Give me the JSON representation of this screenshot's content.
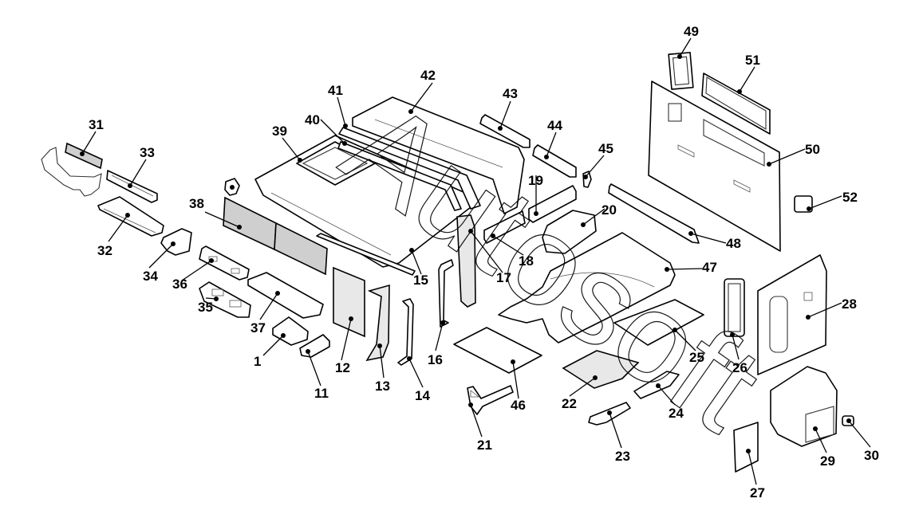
{
  "diagram": {
    "title": "",
    "watermark": "Autosoft",
    "callouts": [
      {
        "id": "1",
        "label": "1"
      },
      {
        "id": "11",
        "label": "11"
      },
      {
        "id": "12",
        "label": "12"
      },
      {
        "id": "13",
        "label": "13"
      },
      {
        "id": "14",
        "label": "14"
      },
      {
        "id": "15",
        "label": "15"
      },
      {
        "id": "16",
        "label": "16"
      },
      {
        "id": "17",
        "label": "17"
      },
      {
        "id": "18",
        "label": "18"
      },
      {
        "id": "19",
        "label": "19"
      },
      {
        "id": "20",
        "label": "20"
      },
      {
        "id": "21",
        "label": "21"
      },
      {
        "id": "22",
        "label": "22"
      },
      {
        "id": "23",
        "label": "23"
      },
      {
        "id": "24",
        "label": "24"
      },
      {
        "id": "25",
        "label": "25"
      },
      {
        "id": "26",
        "label": "26"
      },
      {
        "id": "27",
        "label": "27"
      },
      {
        "id": "28",
        "label": "28"
      },
      {
        "id": "29",
        "label": "29"
      },
      {
        "id": "30",
        "label": "30"
      },
      {
        "id": "31",
        "label": "31"
      },
      {
        "id": "32",
        "label": "32"
      },
      {
        "id": "33",
        "label": "33"
      },
      {
        "id": "34",
        "label": "34"
      },
      {
        "id": "35",
        "label": "35"
      },
      {
        "id": "36",
        "label": "36"
      },
      {
        "id": "37",
        "label": "37"
      },
      {
        "id": "38",
        "label": "38"
      },
      {
        "id": "39",
        "label": "39"
      },
      {
        "id": "40",
        "label": "40"
      },
      {
        "id": "41",
        "label": "41"
      },
      {
        "id": "42",
        "label": "42"
      },
      {
        "id": "43",
        "label": "43"
      },
      {
        "id": "44",
        "label": "44"
      },
      {
        "id": "45",
        "label": "45"
      },
      {
        "id": "46",
        "label": "46"
      },
      {
        "id": "47",
        "label": "47"
      },
      {
        "id": "48",
        "label": "48"
      },
      {
        "id": "49",
        "label": "49"
      },
      {
        "id": "50",
        "label": "50"
      },
      {
        "id": "51",
        "label": "51"
      },
      {
        "id": "52",
        "label": "52"
      }
    ]
  }
}
